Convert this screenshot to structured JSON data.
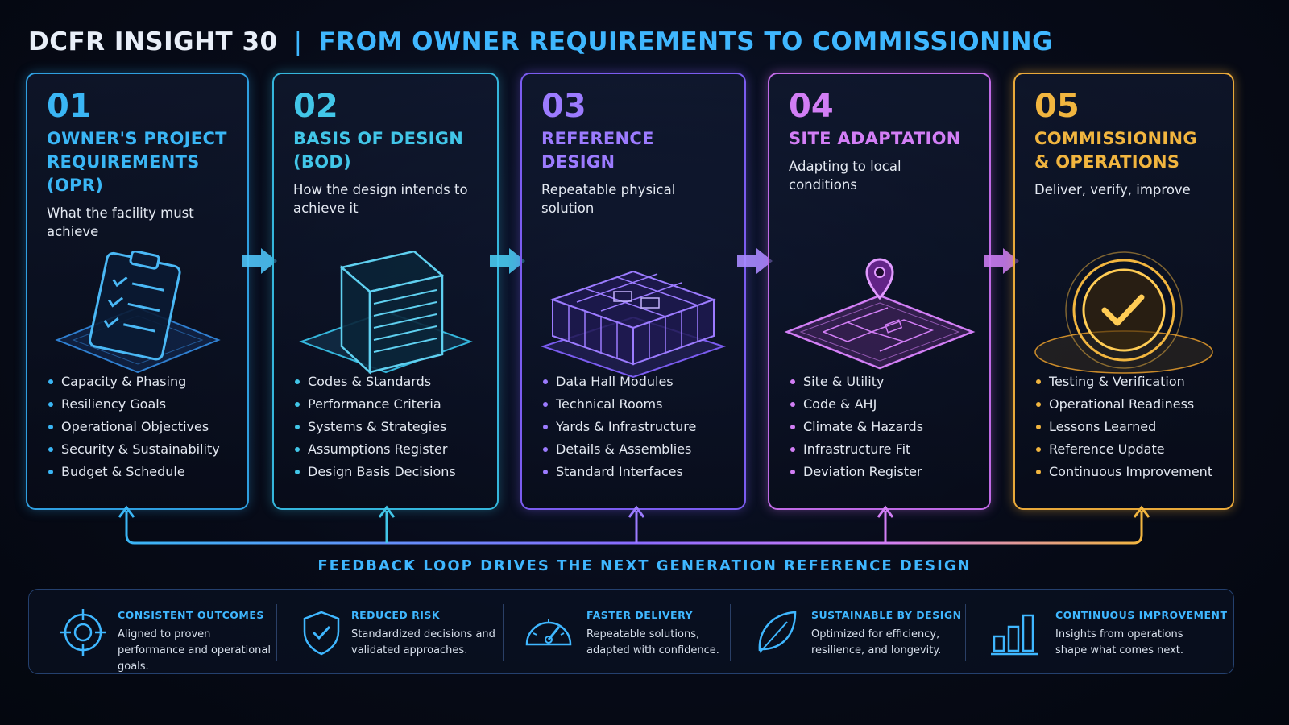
{
  "header": {
    "brand": "DCFR INSIGHT 30",
    "separator": "|",
    "subtitle": "FROM OWNER REQUIREMENTS TO COMMISSIONING"
  },
  "colors": {
    "step1": "#3ab6f5",
    "step2": "#42c6e8",
    "step3": "#9c7bff",
    "step4": "#d27ef5",
    "step5": "#f1b53f",
    "accent": "#3fb7ff"
  },
  "steps": [
    {
      "number": "01",
      "title": "OWNER'S PROJECT REQUIREMENTS (OPR)",
      "desc": "What the facility must achieve",
      "icon": "clipboard-checklist-icon",
      "items": [
        "Capacity & Phasing",
        "Resiliency Goals",
        "Operational Objectives",
        "Security & Sustainability",
        "Budget & Schedule"
      ]
    },
    {
      "number": "02",
      "title": "BASIS OF DESIGN (BOD)",
      "desc": "How the design intends to achieve it",
      "icon": "document-stack-icon",
      "items": [
        "Codes & Standards",
        "Performance Criteria",
        "Systems & Strategies",
        "Assumptions Register",
        "Design Basis Decisions"
      ]
    },
    {
      "number": "03",
      "title": "REFERENCE DESIGN",
      "desc": "Repeatable physical solution",
      "icon": "data-hall-model-icon",
      "items": [
        "Data Hall Modules",
        "Technical Rooms",
        "Yards & Infrastructure",
        "Details & Assemblies",
        "Standard Interfaces"
      ]
    },
    {
      "number": "04",
      "title": "SITE ADAPTATION",
      "desc": "Adapting to local conditions",
      "icon": "site-map-pin-icon",
      "items": [
        "Site & Utility",
        "Code & AHJ",
        "Climate & Hazards",
        "Infrastructure Fit",
        "Deviation Register"
      ]
    },
    {
      "number": "05",
      "title": "COMMISSIONING & OPERATIONS",
      "desc": "Deliver, verify, improve",
      "icon": "checkmark-circle-icon",
      "items": [
        "Testing & Verification",
        "Operational Readiness",
        "Lessons Learned",
        "Reference Update",
        "Continuous Improvement"
      ]
    }
  ],
  "feedback": {
    "caption": "FEEDBACK LOOP DRIVES THE NEXT GENERATION REFERENCE DESIGN"
  },
  "benefits": [
    {
      "icon": "target-icon",
      "title": "CONSISTENT OUTCOMES",
      "desc": "Aligned to proven performance and operational goals."
    },
    {
      "icon": "shield-check-icon",
      "title": "REDUCED RISK",
      "desc": "Standardized decisions and validated approaches."
    },
    {
      "icon": "speedometer-icon",
      "title": "FASTER DELIVERY",
      "desc": "Repeatable solutions, adapted with confidence."
    },
    {
      "icon": "leaf-icon",
      "title": "SUSTAINABLE BY DESIGN",
      "desc": "Optimized for efficiency, resilience, and longevity."
    },
    {
      "icon": "bar-chart-icon",
      "title": "CONTINUOUS IMPROVEMENT",
      "desc": "Insights from operations shape what comes next."
    }
  ]
}
